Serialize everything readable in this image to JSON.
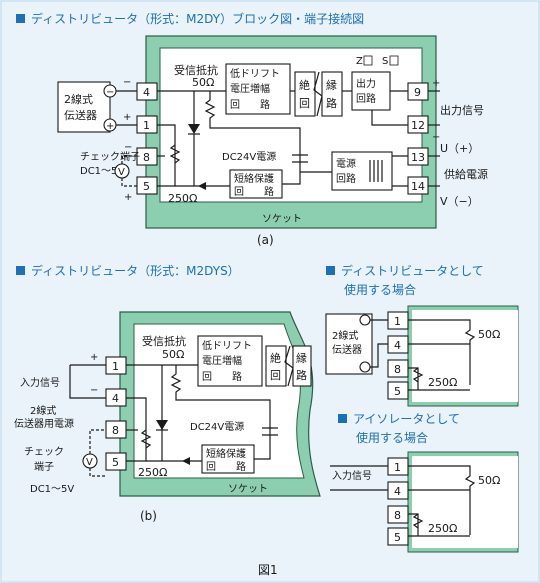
{
  "colors": {
    "socket_green": "#8ccfb0",
    "socket_border": "#2c5d47",
    "heading_blue": "#1b70b7",
    "page_bg": "#e9f3f9"
  },
  "diagram_a": {
    "heading": "ディストリビュータ（形式：M2DY）ブロック図・端子接続図",
    "transmitter": [
      "2線式",
      "伝送器"
    ],
    "sensor_resistor": "受信抵抗",
    "sensor_ohm": "50Ω",
    "amp": [
      "低ドリフト",
      "電圧増幅",
      "回　　路"
    ],
    "isolation": [
      "絶",
      "回"
    ],
    "isolation2": [
      "縁",
      "路"
    ],
    "output_circuit": [
      "出力",
      "回路"
    ],
    "output_label": "出力信号",
    "power_label": "供給電源",
    "dc_label": "DC24V電源",
    "protect": [
      "短絡保護",
      "回　　路"
    ],
    "power_circuit": [
      "電源",
      "回路"
    ],
    "check_label": [
      "チェック端子",
      "DC1～5V"
    ],
    "r250": "250Ω",
    "socket": "ソケット",
    "u_label": "U（+）",
    "v_label": "V（−）",
    "caption": "(a)",
    "z_label": "Z",
    "s_label": "S",
    "terminals": {
      "t4": "4",
      "t1": "1",
      "t8": "8",
      "t5": "5",
      "t9": "9",
      "t12": "12",
      "t13": "13",
      "t14": "14"
    },
    "signs": {
      "plus": "+",
      "minus": "−"
    },
    "v_meter": "V"
  },
  "diagram_b": {
    "heading": "ディストリビュータ（形式：M2DYS）",
    "input_label": "入力信号",
    "transmitter_power": [
      "2線式",
      "伝送器用電源"
    ],
    "sensor_resistor": "受信抵抗",
    "sensor_ohm": "50Ω",
    "amp": [
      "低ドリフト",
      "電圧増幅",
      "回　　路"
    ],
    "isolation": [
      "絶",
      "回"
    ],
    "isolation2": [
      "縁",
      "路"
    ],
    "dc_label": "DC24V電源",
    "protect": [
      "短絡保護",
      "回　　路"
    ],
    "check_label": [
      "チェック",
      "端子"
    ],
    "check_range": "DC1～5V",
    "r250": "250Ω",
    "socket": "ソケット",
    "caption": "(b)",
    "terminals": {
      "t1": "1",
      "t4": "4",
      "t8": "8",
      "t5": "5"
    },
    "v_meter": "V"
  },
  "diagram_c": {
    "heading": [
      "ディストリビュータとして",
      "使用する場合"
    ],
    "transmitter": [
      "2線式",
      "伝送器"
    ],
    "r50": "50Ω",
    "r250": "250Ω",
    "terminals": {
      "t1": "1",
      "t4": "4",
      "t8": "8",
      "t5": "5"
    }
  },
  "diagram_d": {
    "heading": [
      "アイソレータとして",
      "使用する場合"
    ],
    "input_label": "入力信号",
    "r50": "50Ω",
    "r250": "250Ω",
    "terminals": {
      "t1": "1",
      "t4": "4",
      "t8": "8",
      "t5": "5"
    }
  },
  "figure_caption": "図1"
}
